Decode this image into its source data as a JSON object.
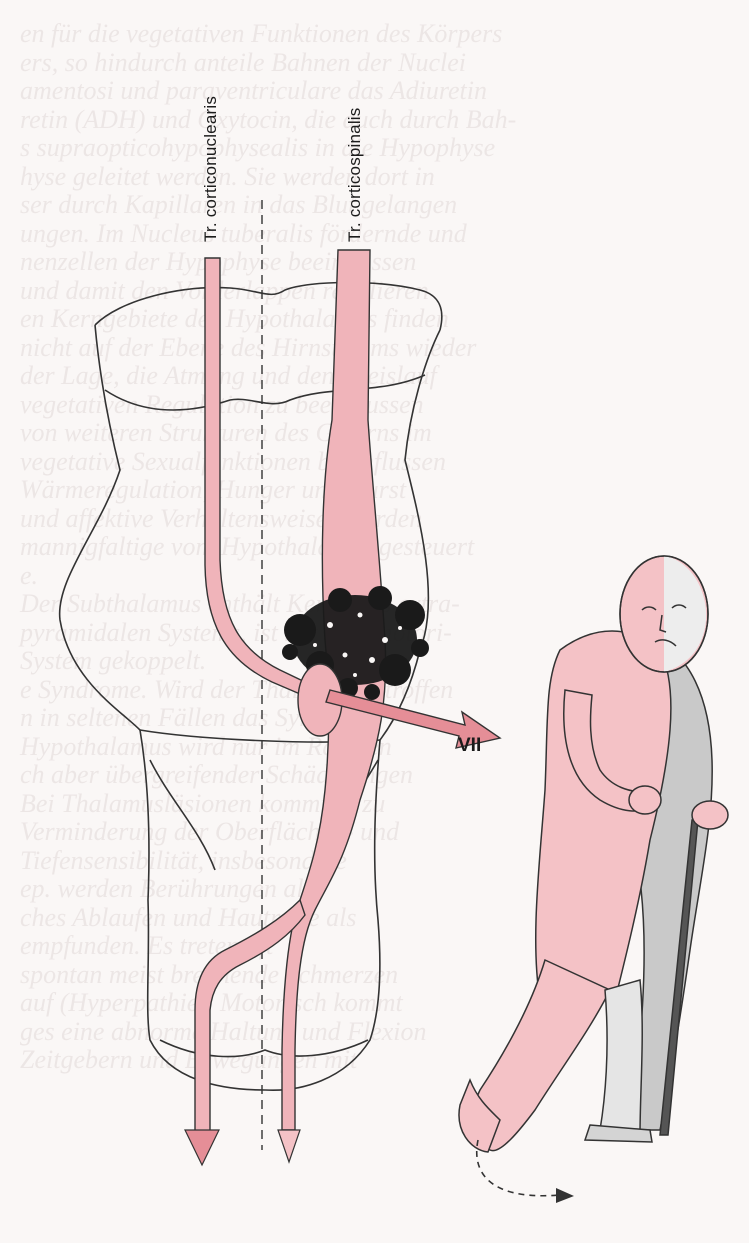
{
  "figure": {
    "labels": {
      "tract_corticonuclear": "Tr. corticonuclearis",
      "tract_corticospinal": "Tr. corticospinalis",
      "cranial_nerve": "VII"
    },
    "colors": {
      "tract_fill": "#f0b4ba",
      "tract_fill_dark": "#e58e97",
      "patient_fill": "#f4c2c6",
      "lesion": "#1a1a1a",
      "outline": "#333333",
      "page_bg": "#faf7f6",
      "bleed_text": "#ebe5e4",
      "cane": "#555555"
    },
    "bleed_through_text": [
      "en für die vegetativen Funktionen des Körpers",
      "ers, so hindurch anteile Bahnen der Nuclei",
      "amentosi und paraventriculare das Adiuretin",
      "retin (ADH) und Oxytocin, die auch durch Bah-",
      "s supraopticohypophysealis in die Hypophyse",
      "hyse geleitet werden. Sie werden dort in",
      "ser durch Kapillaren in das Blut gelangen",
      "ungen. Im Nucleus tuberalis fördernde und",
      "nenzellen der Hypophyse beeinflussen",
      "und damit den Vorderlappen regulieren",
      "en Kerngebiete des Hypothalamus finden",
      "nicht auf der Ebene des Hirnstamms wieder",
      "der Lage, die Atmung und den Kreislauf",
      "vegetativen Regulation zu beeinflussen",
      "von weiteren Strukturen des Gehirns im",
      "vegetative Sexualfunktionen beeinflussen",
      "Wärmeregulation, Hunger und Durst",
      "und affektive Verhaltensweisen werden",
      "mannigfaltige vom Hypothalamus gesteuert",
      "e.",
      "Der Subthalamus enthält Kerne des extra-",
      "pyramidalen Systems, ist mit dem motori-",
      "System gekoppelt.",
      "e Syndrome. Wird der Thalamus betroffen",
      "n in seltenen Fällen das Syndrom",
      "Hypothalamus wird nur im Rahmen",
      "ch aber übergreifender Schädigungen",
      "Bei Thalamusläsionen kommt es zu",
      "Verminderung der Oberflächen- und",
      "Tiefensensibilität, insbesondere",
      "ep. werden Berührungen als",
      "ches Ablaufen und Hautreize als",
      "empfunden. Es treten oft",
      "spontan meist brennende Schmerzen",
      "auf (Hyperpathie). Motorisch kommt",
      "ges eine abnorme Haltung und Flexion",
      "Zeitgebern und Bewegungen mit"
    ]
  }
}
